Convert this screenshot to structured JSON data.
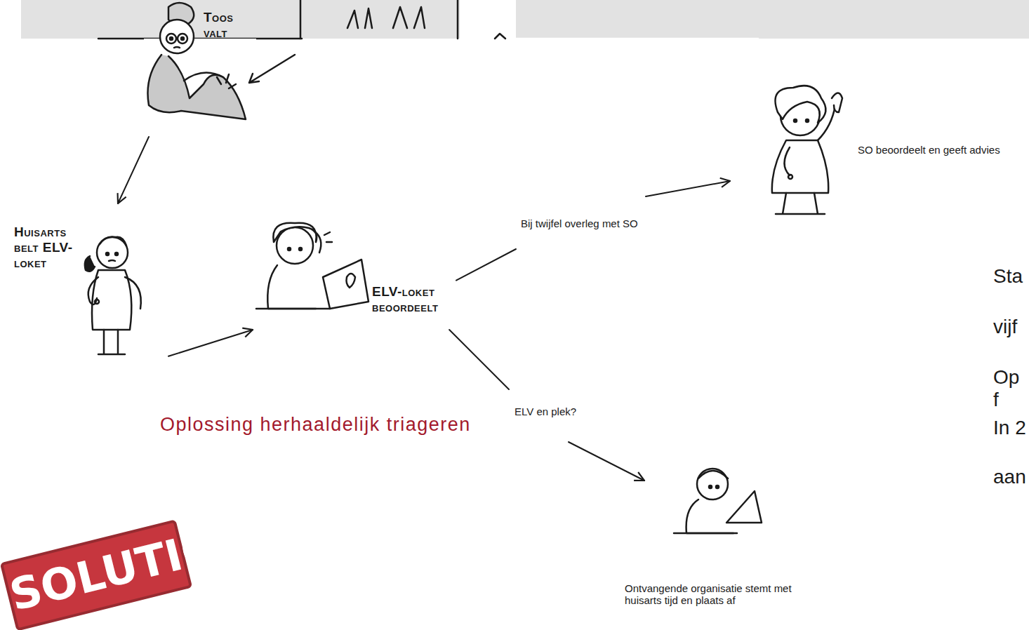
{
  "diagram": {
    "nodes": [
      {
        "text": [
          "Toos valt"
        ]
      },
      {
        "text": [
          "Huisarts belt ELV-loket"
        ]
      },
      {
        "text": [
          "ELV-loket beoordeelt"
        ]
      },
      {
        "text": [
          "SO beoordeelt en geeft advies"
        ]
      },
      {
        "text": [
          "Ontvangende organisatie stemt met huisarts tijd en plaats af"
        ]
      }
    ],
    "edges": [
      {
        "from": 0,
        "to": 1,
        "arrow": "to"
      },
      {
        "from": 1,
        "to": 2,
        "arrow": "to"
      },
      {
        "from": 2,
        "to": 3,
        "label": "Bij twijfel overleg met SO",
        "arrow": "to"
      },
      {
        "from": 2,
        "to": 4,
        "label": "ELV en plek?",
        "arrow": "to"
      }
    ],
    "labels": [
      "Oplossing herhaaldelijk triageren",
      "SOLUTION",
      "Sta",
      "vijf",
      "Op f",
      "In 2",
      "aan"
    ]
  }
}
